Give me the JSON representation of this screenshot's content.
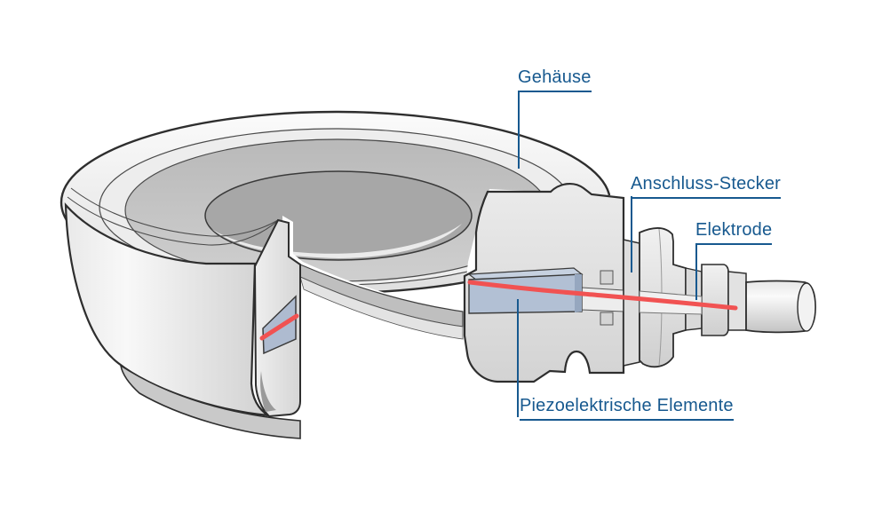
{
  "diagram": {
    "subject": "piezoelectric-force-washer-cutaway",
    "background_color": "#FFFFFF",
    "label_color": "#17598F",
    "outline_color": "#2E2E2E",
    "electrode_color": "#F15252",
    "piezo_element_color": "#B2C0D4",
    "metal_light_color": "#F5F5F5",
    "metal_dark_color": "#C6C6C6",
    "labels": {
      "gehaeuse": "Gehäuse",
      "anschluss_stecker": "Anschluss-Stecker",
      "elektrode": "Elektrode",
      "piezo_elemente": "Piezoelektrische Elemente"
    }
  }
}
